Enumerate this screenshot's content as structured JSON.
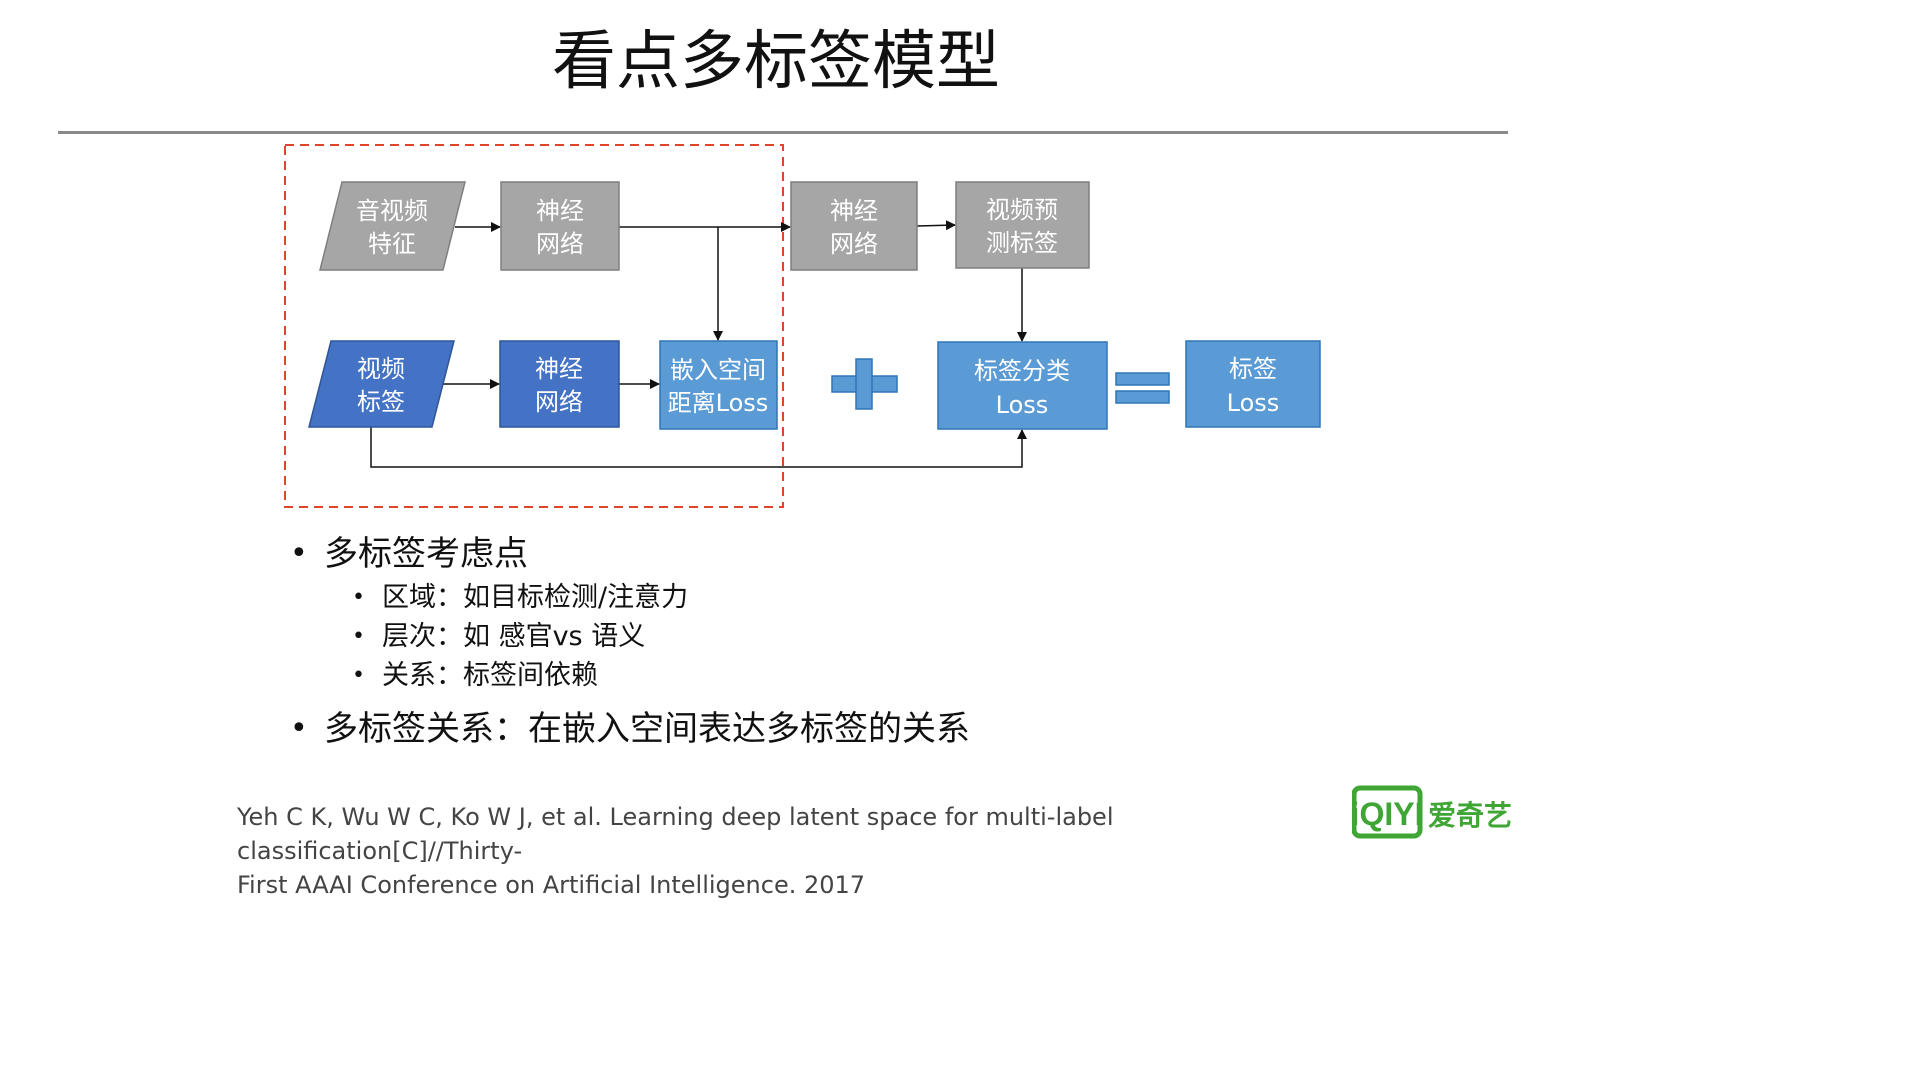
{
  "title": "看点多标签模型",
  "diagram": {
    "boxes": {
      "audio_video_features": [
        "音视频",
        "特征"
      ],
      "nn_top": [
        "神经",
        "网络"
      ],
      "nn_right": [
        "神经",
        "网络"
      ],
      "video_predicted_labels": [
        "视频预",
        "测标签"
      ],
      "video_labels": [
        "视频",
        "标签"
      ],
      "nn_bottom": [
        "神经",
        "网络"
      ],
      "embedding_loss": [
        "嵌入空间",
        "距离Loss"
      ],
      "classification_loss": [
        "标签分类",
        "Loss"
      ],
      "label_loss": [
        "标签",
        "Loss"
      ]
    },
    "colors": {
      "gray_box": "#a6a6a6",
      "dark_blue": "#4472c4",
      "mid_blue": "#5b9bd5",
      "dashed_border": "#e0452a",
      "arrow": "#111111"
    },
    "plus_icon": "plus-icon",
    "equals_icon": "equals-icon"
  },
  "bullets": {
    "b1": "多标签考虑点",
    "sub": [
      "区域：如目标检测/注意力",
      "层次：如 感官vs 语义",
      "关系：标签间依赖"
    ],
    "b2": "多标签关系：在嵌入空间表达多标签的关系"
  },
  "citation": {
    "line1": "Yeh C K, Wu W C, Ko W J, et al. Learning deep latent space for multi-label classification[C]//Thirty-",
    "line2": "First AAAI Conference on Artificial Intelligence. 2017"
  },
  "logo": {
    "mark": "iQIYI",
    "text": "爱奇艺",
    "color": "#3fa535"
  }
}
